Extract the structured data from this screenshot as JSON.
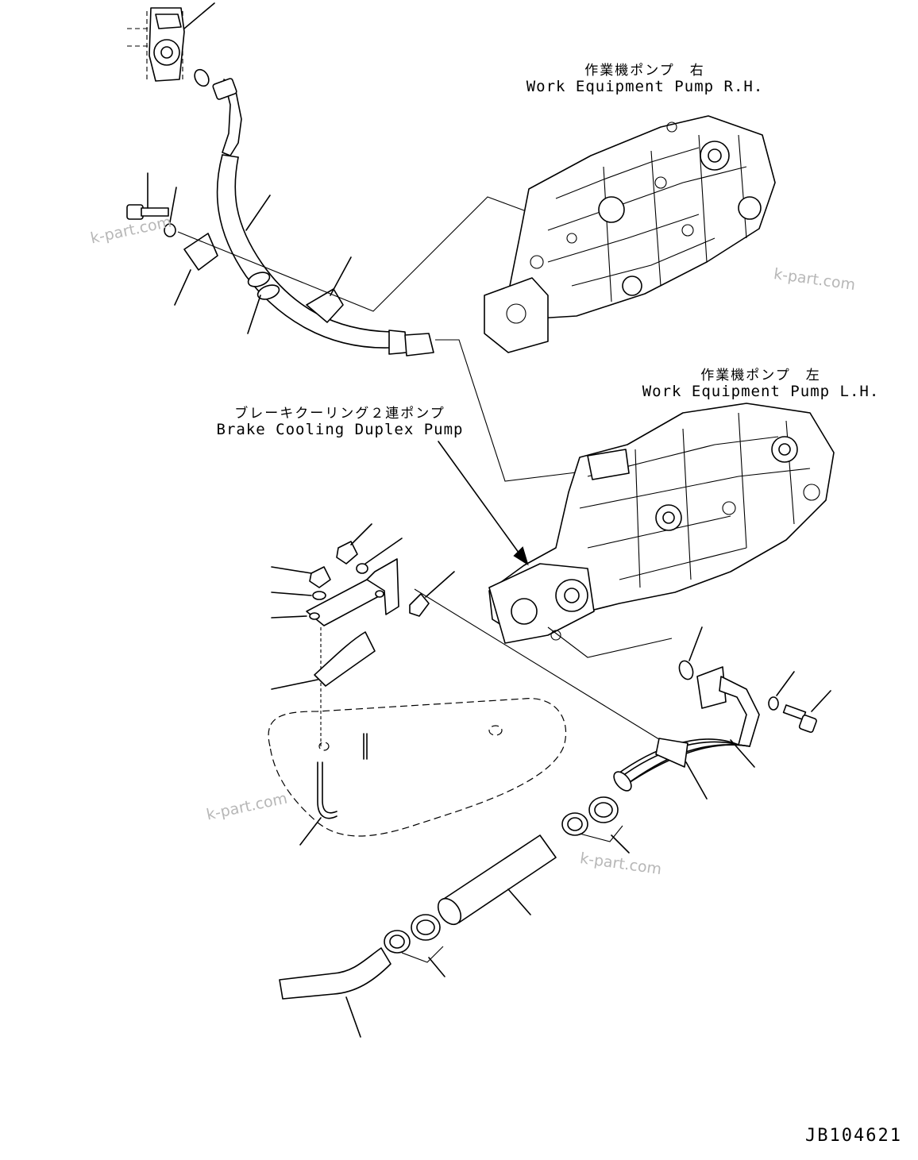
{
  "labels": {
    "pump_rh_jp": "作業機ポンプ　右",
    "pump_rh_en": "Work Equipment Pump R.H.",
    "pump_lh_jp": "作業機ポンプ　左",
    "pump_lh_en": "Work Equipment Pump L.H.",
    "brake_jp": "ブレーキクーリング２連ポンプ",
    "brake_en": "Brake Cooling Duplex Pump"
  },
  "watermarks": [
    "k-part.com",
    "k-part.com",
    "k-part.com",
    "k-part.com"
  ],
  "drawing_code": "JB104621"
}
